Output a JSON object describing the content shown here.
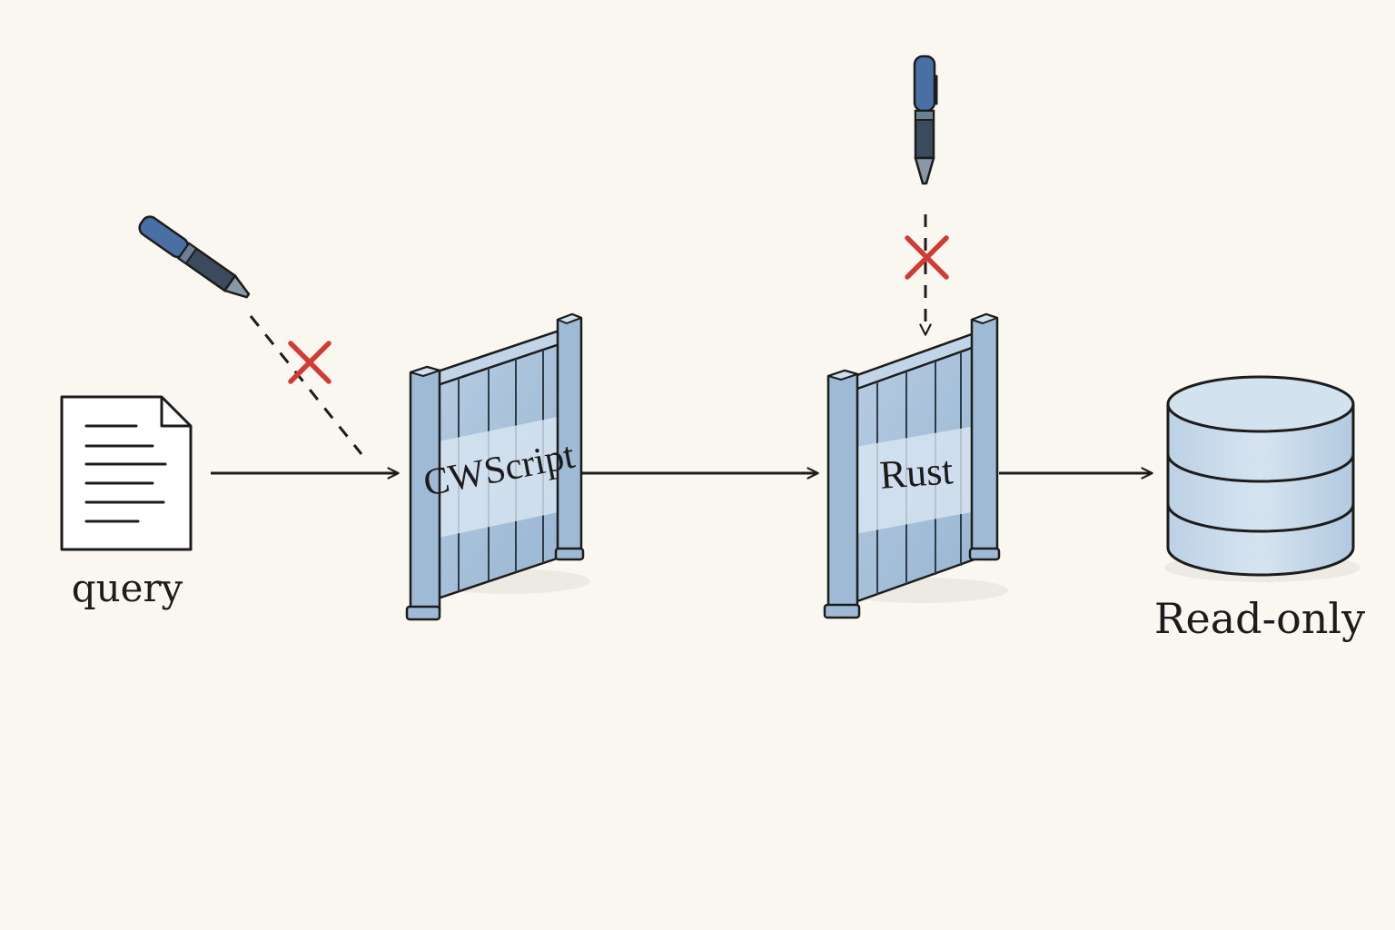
{
  "diagram": {
    "source_label": "query",
    "gates": [
      {
        "label": "CWScript"
      },
      {
        "label": "Rust"
      }
    ],
    "target_label": "Read-only",
    "colors": {
      "background": "#f9f7f0",
      "ink": "#1c1c1c",
      "gate_fill": "#a9c3dc",
      "gate_band": "#d4e2ef",
      "blocked_mark": "#d23a34",
      "database_fill": "#c9dbea"
    },
    "icons": {
      "source": "document-icon",
      "blocked_writer": "pen-icon",
      "blocked": "x-mark-icon",
      "target": "database-icon"
    }
  }
}
